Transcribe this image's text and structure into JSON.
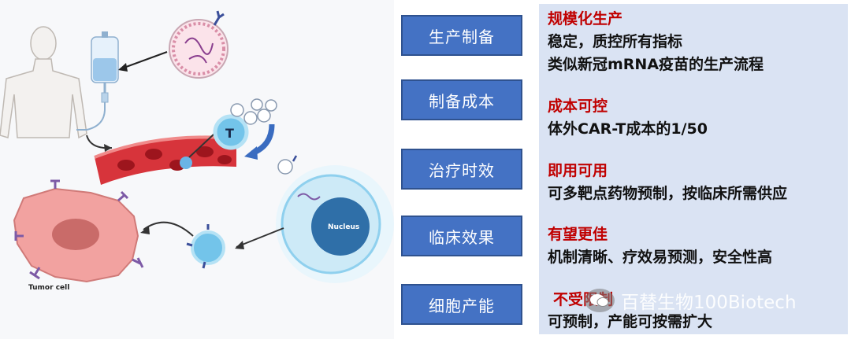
{
  "illustration": {
    "labels": {
      "t_cell": "T",
      "nucleus": "Nucleus",
      "tumor": "Tumor cell"
    }
  },
  "rows": [
    {
      "label": "生产制备",
      "title": "规模化生产",
      "lines": [
        "稳定，质控所有指标",
        "类似新冠mRNA疫苗的生产流程"
      ]
    },
    {
      "label": "制备成本",
      "title": "成本可控",
      "lines": [
        "体外CAR-T成本的1/50"
      ]
    },
    {
      "label": "治疗时效",
      "title": "即用可用",
      "lines": [
        "可多靶点药物预制，按临床所需供应"
      ]
    },
    {
      "label": "临床效果",
      "title": "有望更佳",
      "lines": [
        "机制清晰、疗效易预测，安全性高"
      ]
    },
    {
      "label": "细胞产能",
      "title": "不受限制",
      "lines": [
        "可预制，产能可按需扩大"
      ]
    }
  ],
  "watermark": {
    "text": "百替生物100Biotech",
    "icon": "wechat-icon"
  },
  "colors": {
    "label_bg": "#4472c4",
    "panel_bg": "#dae3f3",
    "title": "#c00000"
  }
}
